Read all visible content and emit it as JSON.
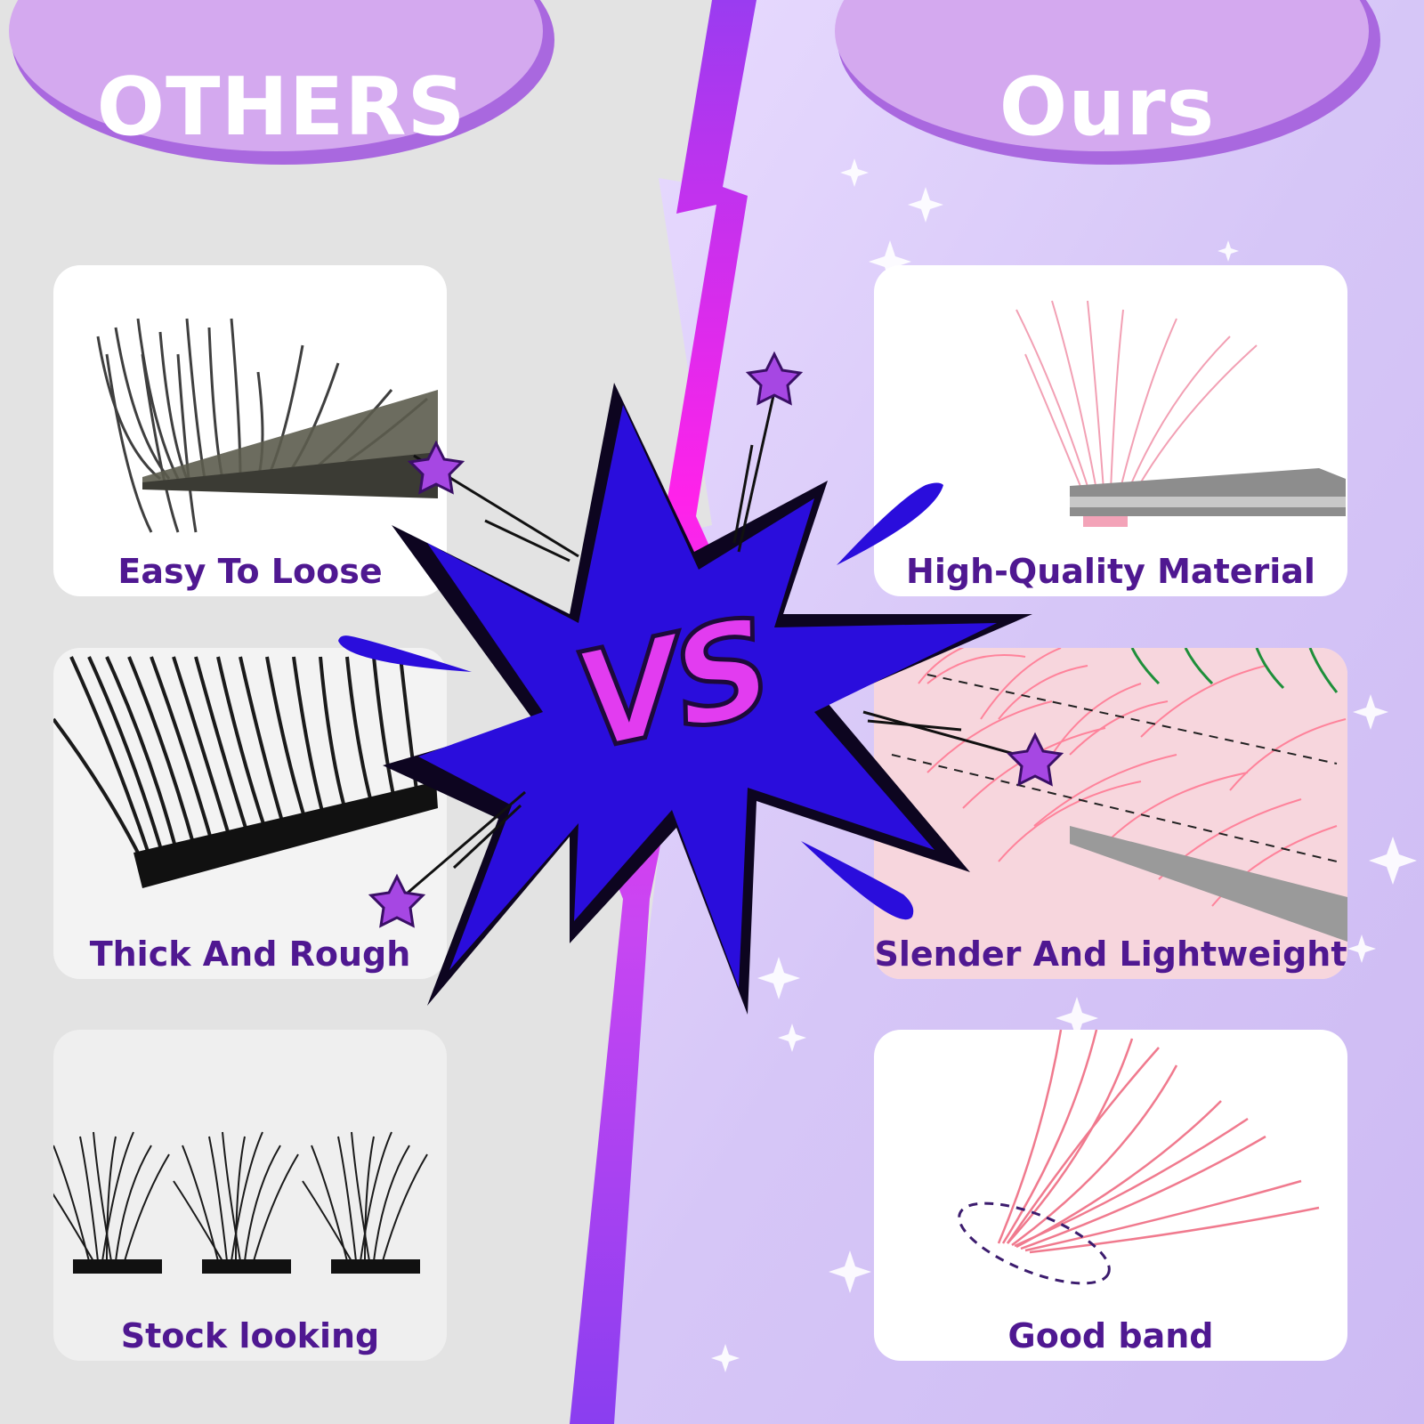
{
  "header": {
    "left_title": "OTHERS",
    "right_title": "Ours"
  },
  "vs_label": "VS",
  "others": [
    {
      "label": "Easy To Loose"
    },
    {
      "label": "Thick And Rough"
    },
    {
      "label": "Stock looking"
    }
  ],
  "ours": [
    {
      "label": "High-Quality Material"
    },
    {
      "label": "Slender And Lightweight"
    },
    {
      "label": "Good band"
    }
  ],
  "colors": {
    "left_bg": "#e3e3e3",
    "right_bg": "#d9ccf7",
    "pill": "#d4a9ef",
    "pill_edge": "#a968df",
    "label_text": "#4f1891",
    "burst": "#2a0ddc",
    "vs": "#e23cf0",
    "star": "#a647e3",
    "divider": "#c23cf0"
  }
}
